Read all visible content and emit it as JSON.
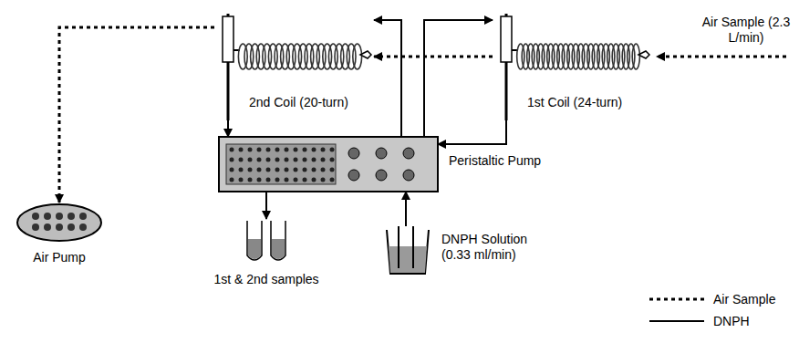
{
  "diagram": {
    "nodes": [
      {
        "text": [
          "2nd Coil (20-turn)"
        ]
      },
      {
        "text": [
          "1st Coil (24-turn)"
        ]
      },
      {
        "text": [
          "Peristaltic Pump"
        ]
      },
      {
        "text": [
          "Air Pump"
        ]
      },
      {
        "text": [
          "DNPH Solution (0.33 ml/min)"
        ]
      },
      {
        "text": [
          "1st & 2nd samples"
        ]
      }
    ],
    "edges": [
      {
        "from": 1,
        "to": 0,
        "arrow": "to"
      },
      {
        "from": 0,
        "to": 3,
        "arrow": "to"
      },
      {
        "from": 4,
        "to": 2,
        "arrow": "to"
      },
      {
        "from": 2,
        "to": 1,
        "arrow": "to"
      },
      {
        "from": 2,
        "to": 0,
        "arrow": "to"
      },
      {
        "from": 0,
        "to": 2,
        "arrow": "to"
      },
      {
        "from": 1,
        "to": 2,
        "arrow": "to"
      },
      {
        "from": 2,
        "to": 5,
        "arrow": "to"
      }
    ],
    "labels": [
      "Air Sample (2.3 L/min)"
    ],
    "legend": [
      {
        "text": "Air Sample"
      },
      {
        "text": "DNPH"
      }
    ]
  }
}
